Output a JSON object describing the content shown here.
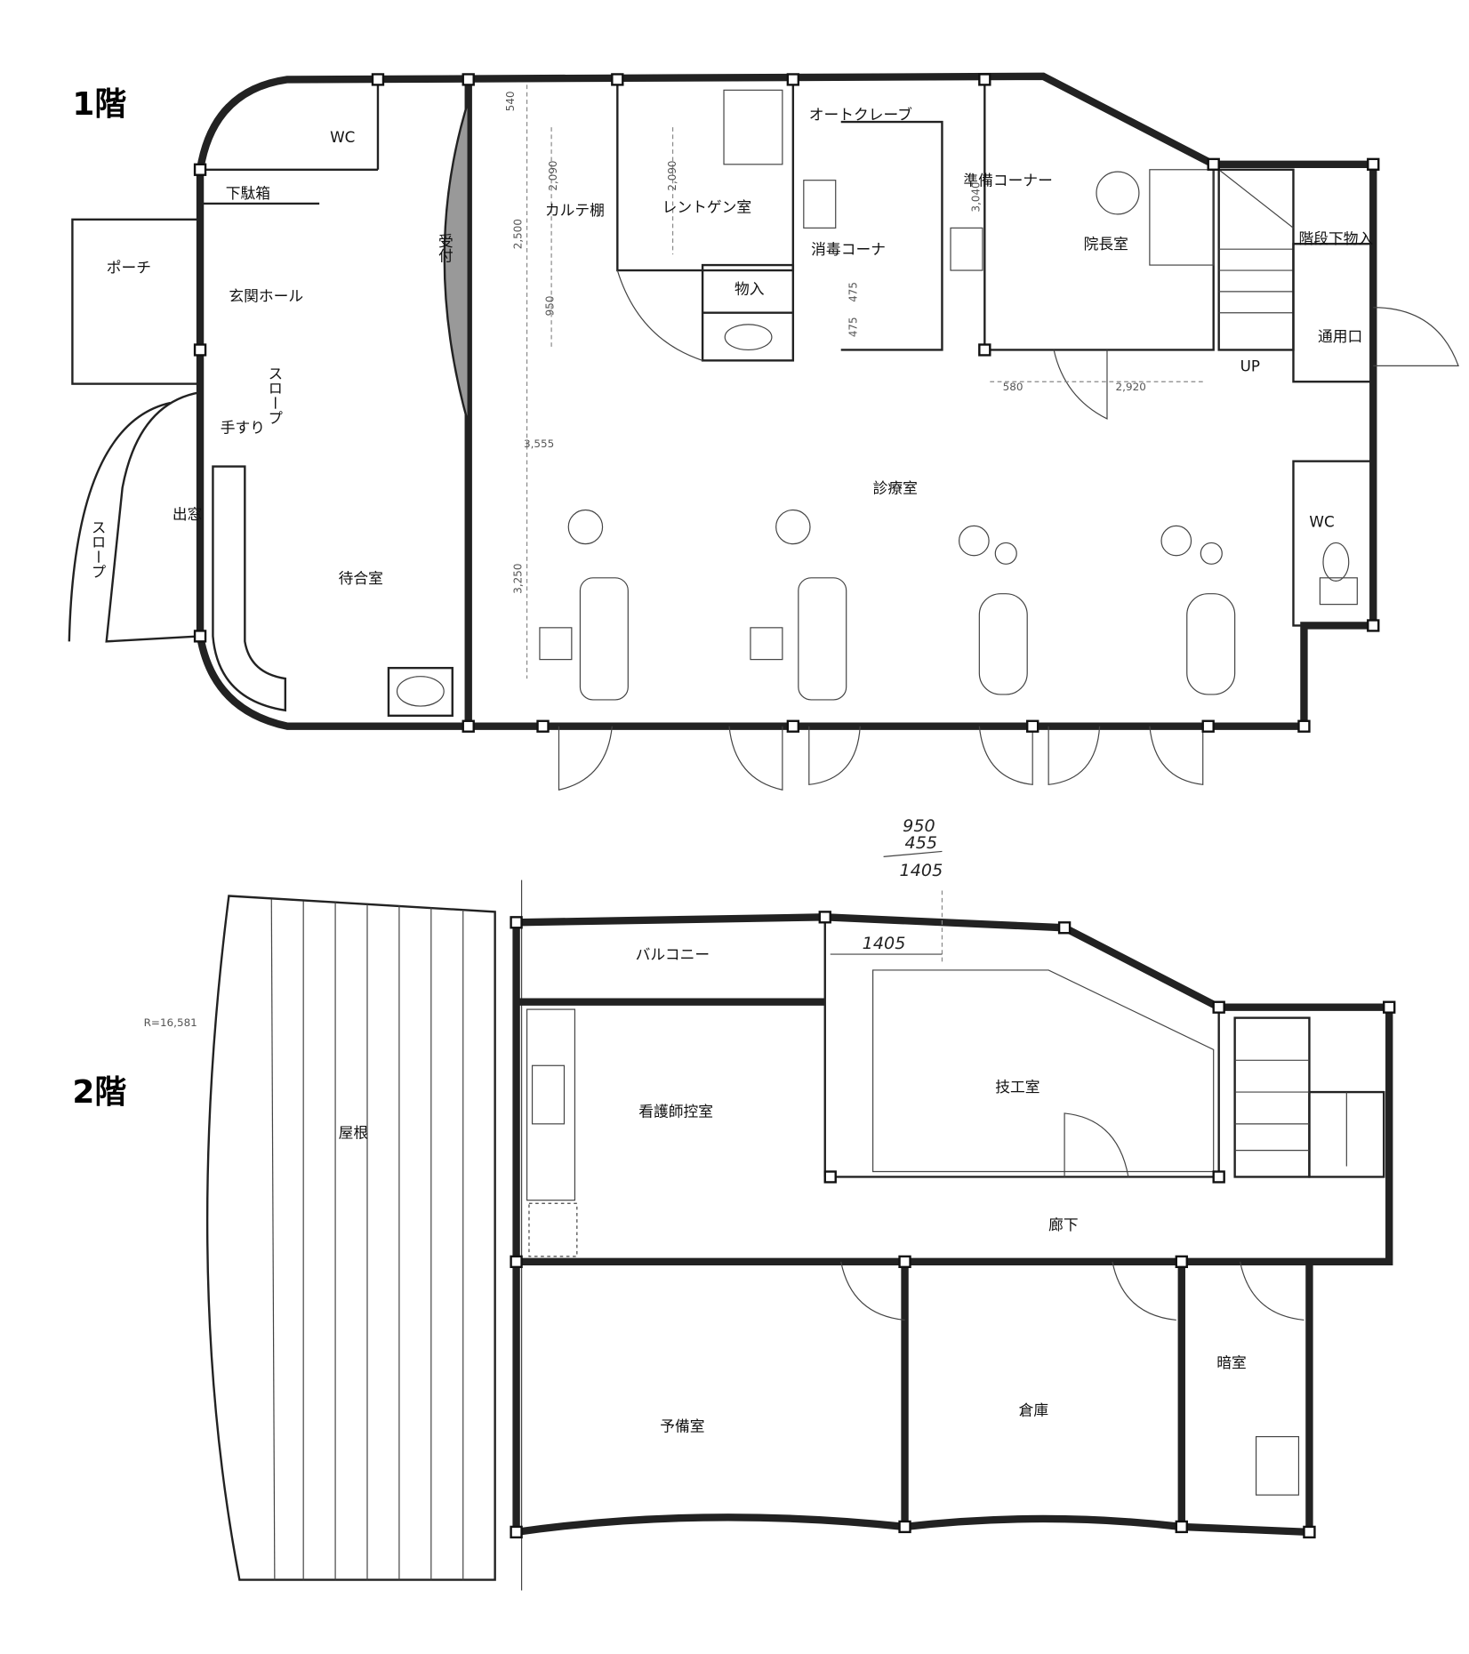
{
  "floor1": {
    "title": "1階",
    "rooms": {
      "wc": "WC",
      "shoe_box": "下駄箱",
      "porch": "ポーチ",
      "entrance_hall": "玄関ホール",
      "reception": "受付",
      "slope_inner": "スロープ",
      "handrail": "手すり",
      "bay_window": "出窓",
      "slope_outer": "スロープ",
      "waiting_room": "待合室",
      "chart_shelf": "カルテ棚",
      "xray_room": "レントゲン室",
      "autoclave": "オートクレーブ",
      "prep_corner": "準備コーナー",
      "disinfection_corner": "消毒コーナ",
      "storage": "物入",
      "director_room": "院長室",
      "under_stair_storage": "階段下物入",
      "service_entrance": "通用口",
      "up": "UP",
      "treatment_room": "診療室",
      "wc2": "WC"
    },
    "dimensions": [
      "540",
      "2,090",
      "2,090",
      "2,500",
      "950",
      "3,040",
      "475",
      "475",
      "580",
      "2,920",
      "3,555",
      "3,250"
    ]
  },
  "floor2": {
    "title": "2階",
    "rooms": {
      "radius": "R=16,581",
      "roof": "屋根",
      "balcony": "バルコニー",
      "nurse_room": "看護師控室",
      "lab_room": "技工室",
      "corridor": "廊下",
      "spare_room": "予備室",
      "warehouse": "倉庫",
      "darkroom": "暗室"
    },
    "dimension": "1405",
    "handwritten": [
      "950",
      "455",
      "1405"
    ]
  }
}
